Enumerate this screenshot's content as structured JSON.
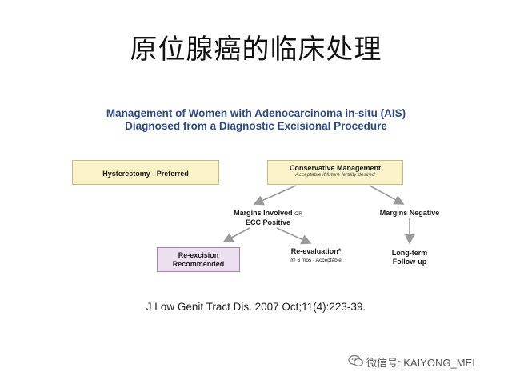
{
  "slide": {
    "title": "原位腺癌的临床处理"
  },
  "chart": {
    "title_line1": "Management of Women with Adenocarcinoma in-situ (AIS)",
    "title_line2": "Diagnosed from a Diagnostic Excisional Procedure"
  },
  "nodes": {
    "hysterectomy": "Hysterectomy - Preferred",
    "conservative": "Conservative Management",
    "conservative_sub": "Acceptable if future fertility desired",
    "margins_involved_1": "Margins Involved",
    "margins_involved_or": "OR",
    "margins_involved_2": "ECC Positive",
    "margins_negative": "Margins Negative",
    "reexcision_1": "Re-excision",
    "reexcision_2": "Recommended",
    "reevaluation": "Re-evaluation*",
    "reevaluation_sub": "@ 6 mos - Acceptable",
    "longterm_1": "Long-term",
    "longterm_2": "Follow-up"
  },
  "citation": "J Low Genit Tract Dis. 2007 Oct;11(4):223-39.",
  "watermark": {
    "text": "微信号: KAIYONG_MEI",
    "icon": "wechat-icon"
  },
  "colors": {
    "title_blue": "#2d4a86",
    "yellow_box": "#fbf3c8",
    "pink_box": "#ece0f0",
    "arrow": "#9a9a9a"
  }
}
